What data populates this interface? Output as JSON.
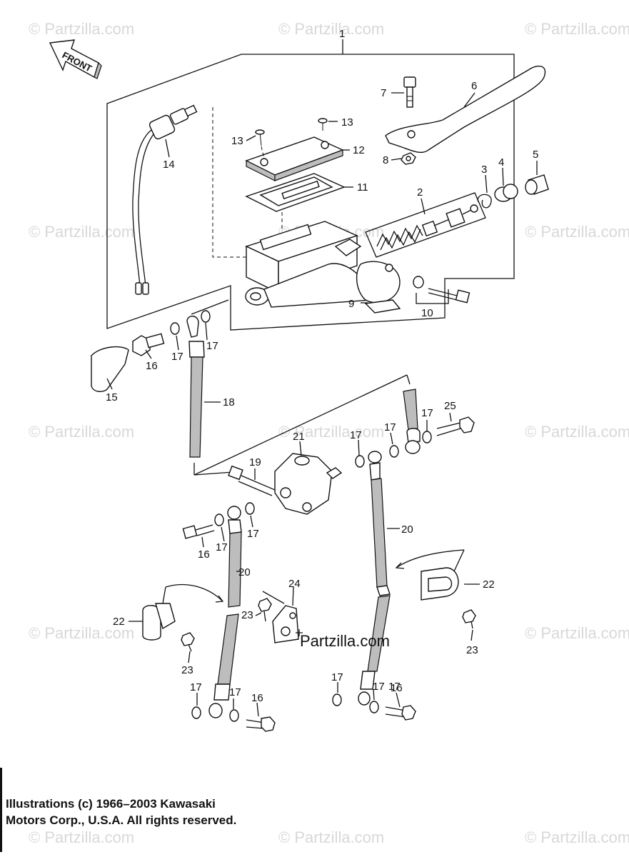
{
  "watermark": "© Partzilla.com",
  "brand_label": "Partzilla.com",
  "front_label": "FRONT",
  "copyright": {
    "line1": "Illustrations (c) 1966–2003 Kawasaki",
    "line2": "Motors Corp., U.S.A.  All rights reserved."
  },
  "callouts": {
    "c1": "1",
    "c2": "2",
    "c3": "3",
    "c4": "4",
    "c5": "5",
    "c6": "6",
    "c7": "7",
    "c8": "8",
    "c9": "9",
    "c10": "10",
    "c11": "11",
    "c12": "12",
    "c13a": "13",
    "c13b": "13",
    "c14": "14",
    "c15": "15",
    "c16a": "16",
    "c16b": "16",
    "c16c": "16",
    "c16d": "16",
    "c17a": "17",
    "c17b": "17",
    "c17c": "17",
    "c17d": "17",
    "c17e": "17",
    "c17f": "17",
    "c17g": "17",
    "c17h": "17",
    "c17i": "17",
    "c17j": "17",
    "c17k": "17",
    "c17l": "17",
    "c18": "18",
    "c19": "19",
    "c20a": "20",
    "c20b": "20",
    "c21": "21",
    "c22a": "22",
    "c22b": "22",
    "c23a": "23",
    "c23b": "23",
    "c23c": "23",
    "c24": "24",
    "c25": "25"
  }
}
